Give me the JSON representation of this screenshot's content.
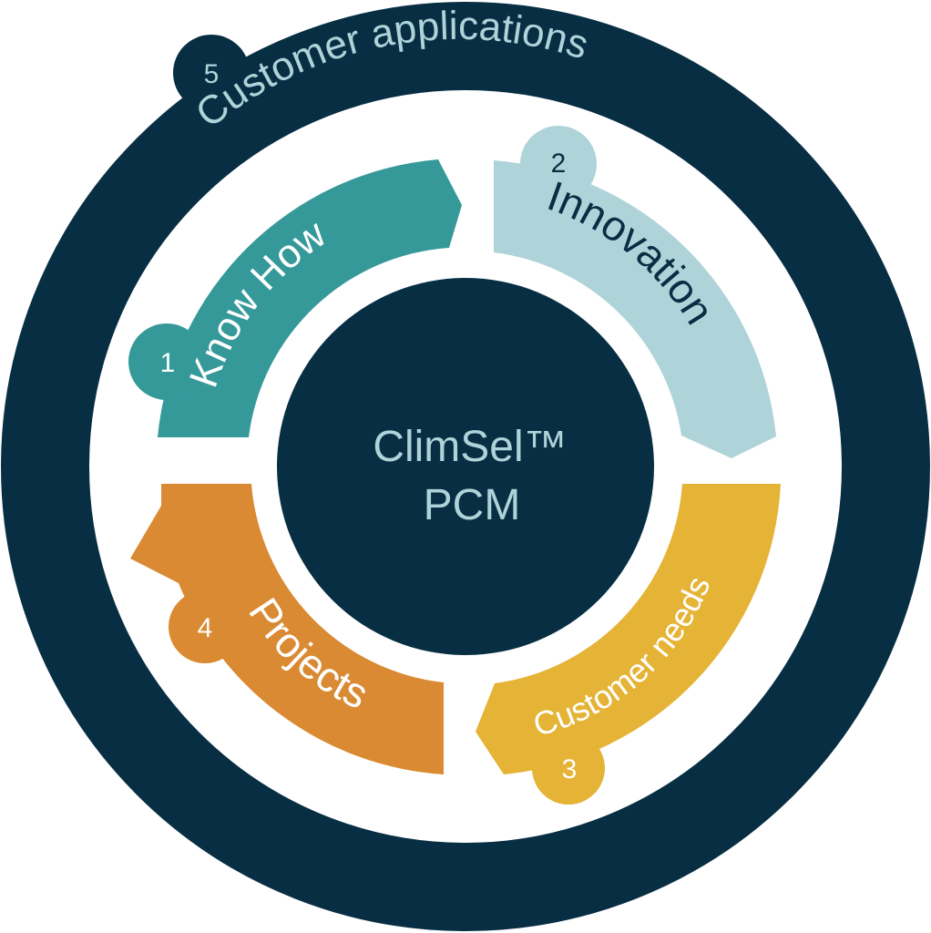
{
  "diagram": {
    "title_line1": "ClimSel™",
    "title_line2": "PCM",
    "outer_ring": {
      "number": "5",
      "label": "Customer applications"
    },
    "segments": [
      {
        "number": "1",
        "label": "Know How"
      },
      {
        "number": "2",
        "label": "Innovation"
      },
      {
        "number": "3",
        "label": "Customer needs"
      },
      {
        "number": "4",
        "label": "Projects"
      }
    ]
  },
  "colors": {
    "navy": "#082E44",
    "teal": "#35999A",
    "light_blue": "#AED3D8",
    "yellow": "#E5B335",
    "orange": "#DA8A32",
    "white": "#FFFFFF"
  }
}
